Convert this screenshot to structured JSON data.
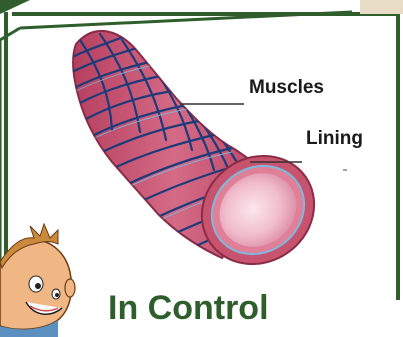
{
  "labels": {
    "muscles": "Muscles",
    "lining": "Lining"
  },
  "caption": "In Control",
  "colors": {
    "frame": "#2f5e2c",
    "tube_outer": "#c8536f",
    "tube_inner": "#f2c7d2",
    "muscle_band": "#1d3b7a",
    "title": "#2f5e2c"
  },
  "icons": {
    "mascot": "cartoon-boy-face"
  }
}
